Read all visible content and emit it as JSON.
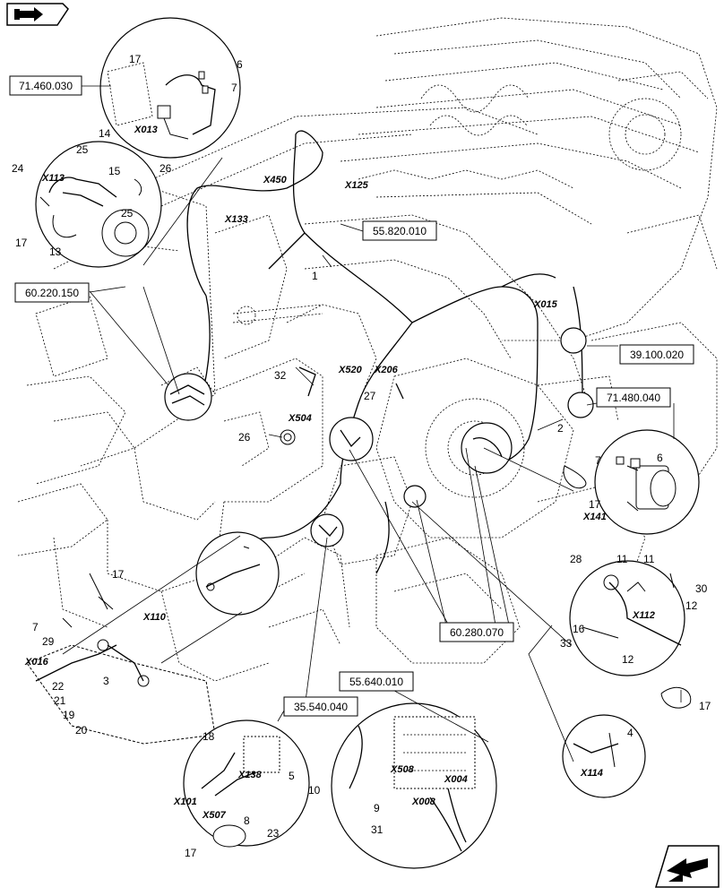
{
  "refs": {
    "r1": "71.460.030",
    "r2": "55.820.010",
    "r3": "60.220.150",
    "r4": "39.100.020",
    "r5": "71.480.040",
    "r6": "60.280.070",
    "r7": "55.640.010",
    "r8": "35.540.040"
  },
  "connectors": {
    "x013": "X013",
    "x113": "X113",
    "x450": "X450",
    "x125": "X125",
    "x133": "X133",
    "x015": "X015",
    "x520": "X520",
    "x206": "X206",
    "x504": "X504",
    "x141": "X141",
    "x110": "X110",
    "x016": "X016",
    "x112": "X112",
    "x114": "X114",
    "x138": "X138",
    "x101": "X101",
    "x507": "X507",
    "x508": "X508",
    "x004": "X004",
    "x008": "X008"
  },
  "parts": {
    "p1": "1",
    "p2": "2",
    "p3": "3",
    "p4": "4",
    "p5": "5",
    "p6": "6",
    "p7": "7",
    "p8": "8",
    "p9": "9",
    "p10": "10",
    "p11": "11",
    "p12": "12",
    "p13": "13",
    "p14": "14",
    "p15": "15",
    "p16": "16",
    "p17": "17",
    "p18": "18",
    "p19": "19",
    "p20": "20",
    "p21": "21",
    "p22": "22",
    "p23": "23",
    "p24": "24",
    "p25": "25",
    "p26": "26",
    "p27": "27",
    "p28": "28",
    "p29": "29",
    "p30": "30",
    "p31": "31",
    "p32": "32",
    "p33": "33"
  },
  "icons": {
    "top_left": "folder-arrow-icon",
    "bottom_right": "next-page-arrow-icon"
  }
}
